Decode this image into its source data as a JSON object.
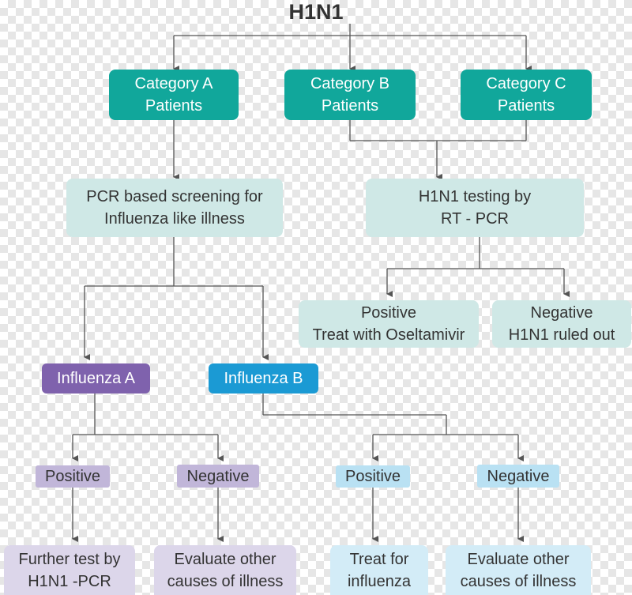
{
  "title": "H1N1",
  "nodes": {
    "category_a": "Category A\nPatients",
    "category_b": "Category B\nPatients",
    "category_c": "Category C\nPatients",
    "pcr_screening": "PCR based screening for\nInfluenza like illness",
    "h1n1_testing": "H1N1 testing by\nRT - PCR",
    "rtpcr_positive": "Positive\nTreat with Oseltamivir",
    "rtpcr_negative": "Negative\nH1N1 ruled out",
    "influenza_a": "Influenza A",
    "influenza_b": "Influenza B",
    "flu_a_positive": "Positive",
    "flu_a_negative": "Negative",
    "flu_b_positive": "Positive",
    "flu_b_negative": "Negative",
    "further_test": "Further test by\nH1N1 -PCR",
    "evaluate_a": "Evaluate other\ncauses of illness",
    "treat_influenza": "Treat for\ninfluenza",
    "evaluate_b": "Evaluate other\ncauses of illness"
  },
  "colors": {
    "teal": "#11a79b",
    "mint": "#cfe8e6",
    "purple": "#7f62ad",
    "lilac": "#c1b6d9",
    "blue": "#1b9ad4",
    "sky": "#b9e1f3",
    "connector": "#555555"
  }
}
